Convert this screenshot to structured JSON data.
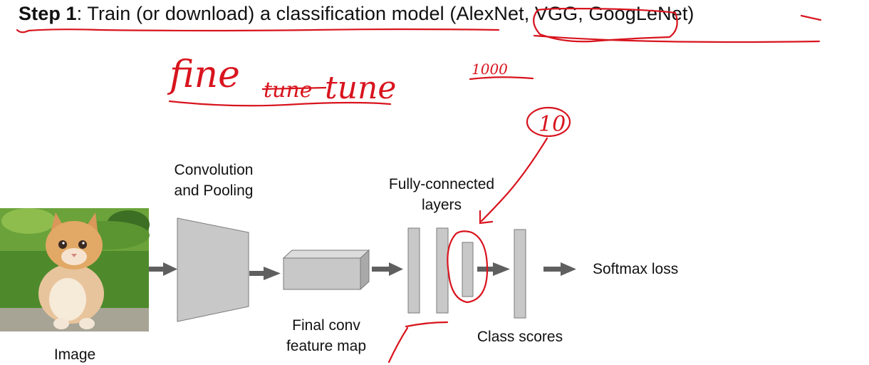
{
  "heading": {
    "step_label": "Step 1",
    "text": ": Train (or download) a classification model (AlexNet, VGG, GoogLeNet)"
  },
  "labels": {
    "conv": [
      "Convolution",
      "and Pooling"
    ],
    "fc": [
      "Fully-connected",
      "layers"
    ],
    "final_conv": [
      "Final conv",
      "feature map"
    ],
    "class_scores": "Class scores",
    "softmax": "Softmax loss",
    "image": "Image"
  },
  "annotations": {
    "fine": "fine",
    "struck": "tune",
    "tune": "tune",
    "count_top": "1000",
    "count_circled": "10"
  },
  "colors": {
    "annotation": "#d8141e",
    "block_fill": "#c8c8c8",
    "arrow": "#5f5f5f"
  },
  "image_icon": "kitten-photo"
}
